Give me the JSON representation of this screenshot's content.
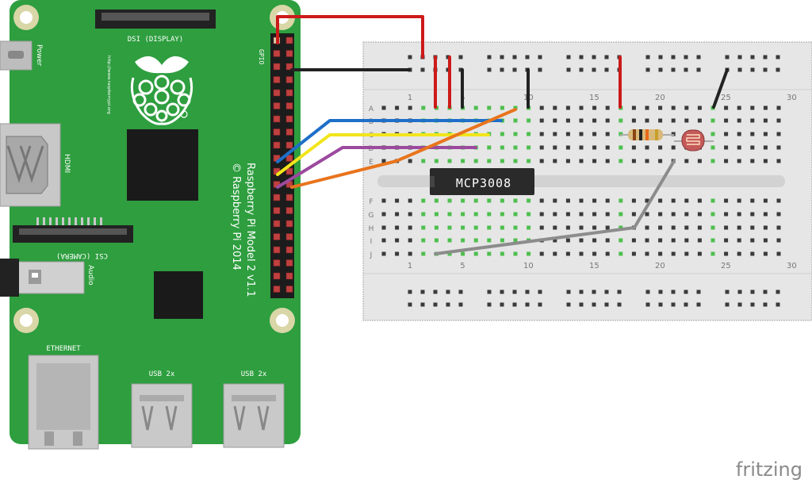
{
  "pi": {
    "model_text": "Raspberry Pi Model 2 v1.1",
    "copyright_text": "© Raspberry Pi 2014",
    "url_text": "http://www.raspberrypi.org",
    "dsi_label": "DSI (DISPLAY)",
    "csi_label": "CSI (CAMERA)",
    "power_label": "Power",
    "hdmi_label": "HDMI",
    "audio_label": "Audio",
    "gpio_label": "GPIO",
    "ethernet_label": "ETHERNET",
    "usb_label_1": "USB 2x",
    "usb_label_2": "USB 2x"
  },
  "breadboard": {
    "row_letters": [
      "A",
      "B",
      "C",
      "D",
      "E",
      "F",
      "G",
      "H",
      "I",
      "J"
    ],
    "col_numbers": [
      "1",
      "5",
      "10",
      "15",
      "20",
      "25",
      "30"
    ],
    "chip_label": "MCP3008"
  },
  "wires": [
    {
      "name": "red",
      "color": "#cc1a1a"
    },
    {
      "name": "black",
      "color": "#222222"
    },
    {
      "name": "blue",
      "color": "#1e6fc8"
    },
    {
      "name": "yellow",
      "color": "#f2e51b"
    },
    {
      "name": "purple",
      "color": "#9b4a9e"
    },
    {
      "name": "orange",
      "color": "#e8741d"
    },
    {
      "name": "gray",
      "color": "#8c8c8c"
    }
  ],
  "colors": {
    "board_green": "#2e9e3f",
    "breadboard_bg": "#e6e6e6",
    "pin_gold": "#d8d7b0"
  },
  "watermark": "fritzing"
}
